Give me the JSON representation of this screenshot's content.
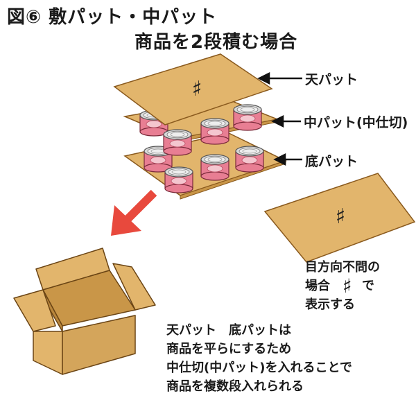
{
  "title": {
    "line1": "図⑥ 敷パット・中パット",
    "line2": "商品を2段積む場合"
  },
  "labels": {
    "top_pad": "天パット",
    "middle_pad": "中パット(中仕切)",
    "bottom_pad": "底パット"
  },
  "direction_note": {
    "line1": "目方向不問の",
    "line2_pre": "場合",
    "symbol": "♯",
    "line2_post": "で",
    "line3": "表示する"
  },
  "pad_mark": "♯",
  "explanation": [
    "天パット　底パットは",
    "商品を平らにするため",
    "中仕切(中パット)を入れることで",
    "商品を複数段入れられる"
  ],
  "colors": {
    "cardboard": "#e2b56c",
    "cardboard_dark": "#c99648",
    "outline": "#8a5a1e",
    "can_pink": "#e87e93",
    "can_light": "#f4c6cf",
    "can_metal": "#d9d9d9",
    "arrow_red": "#e8493d"
  }
}
